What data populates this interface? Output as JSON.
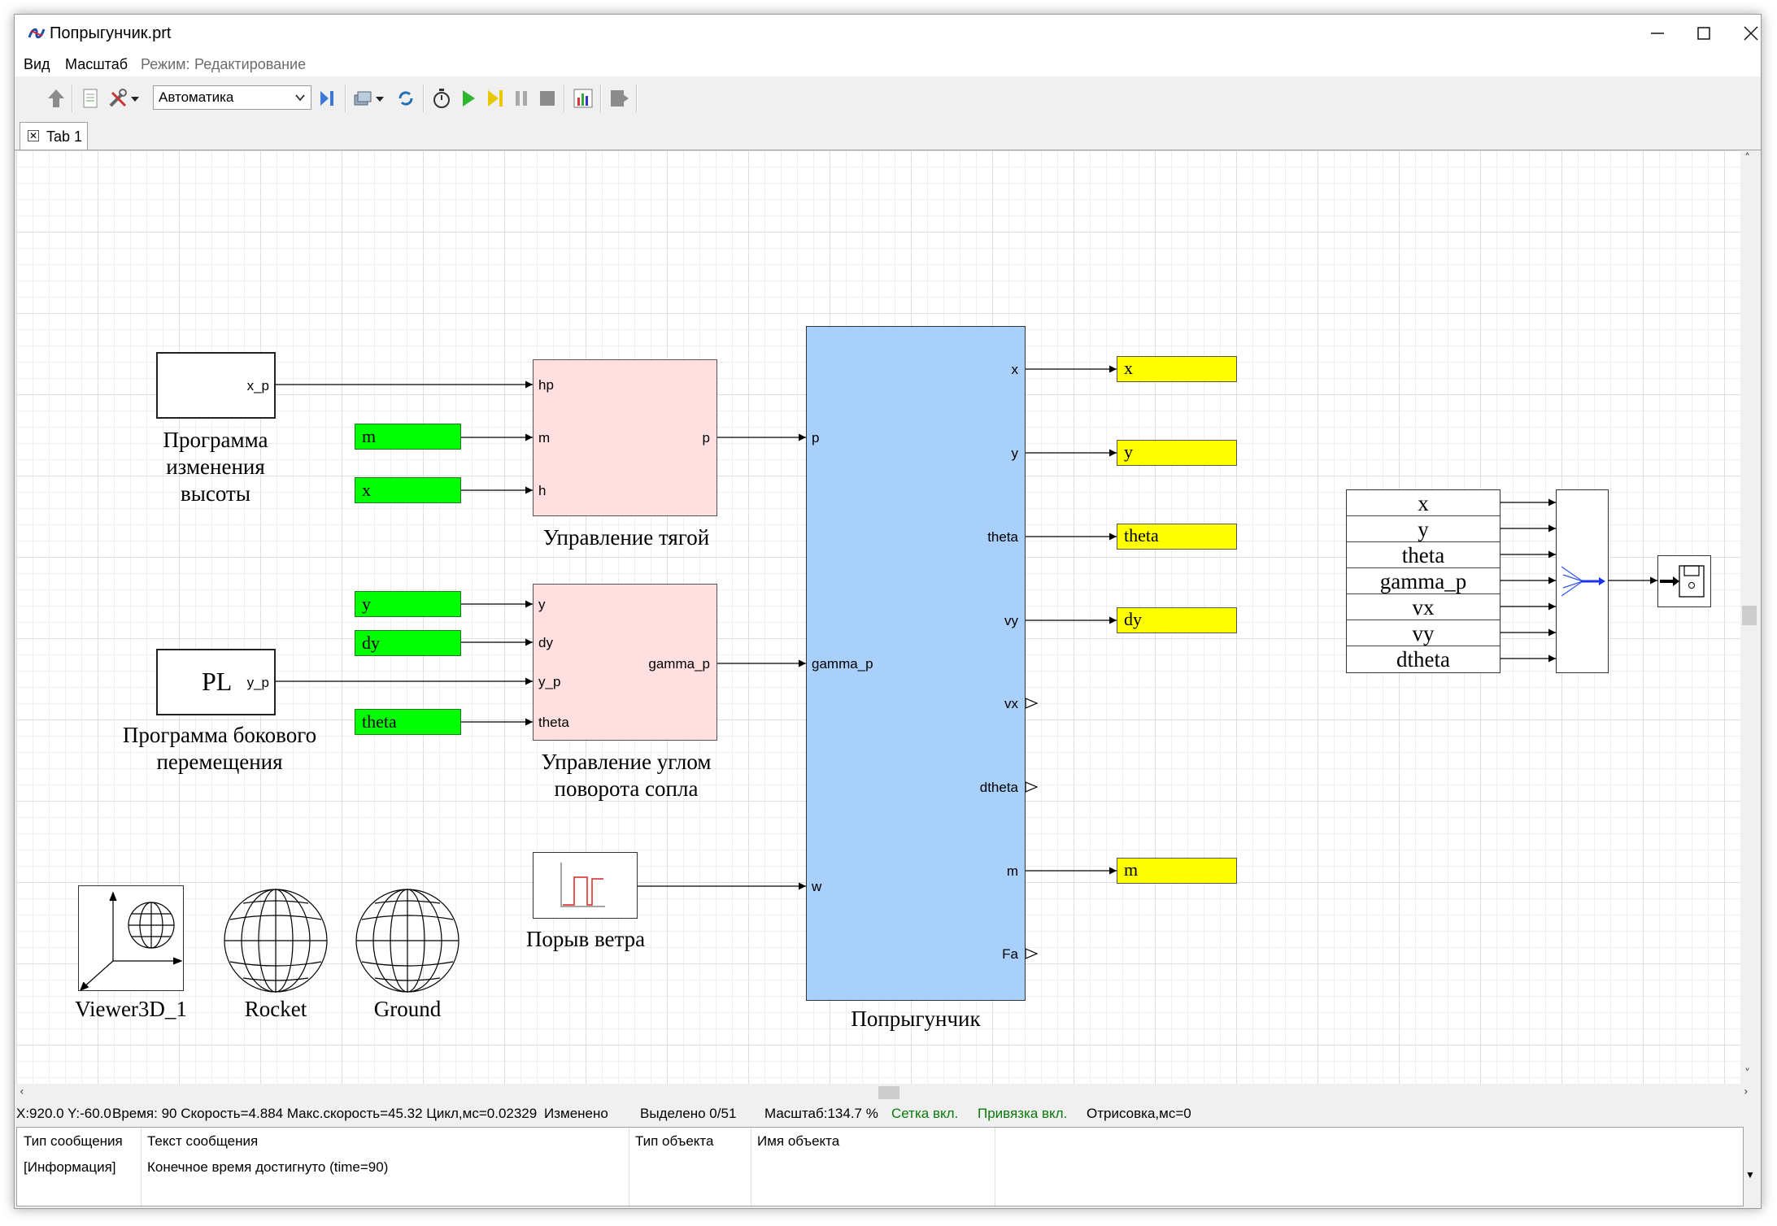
{
  "window": {
    "title": "Попрыгунчик.prt"
  },
  "menu": {
    "view": "Вид",
    "scale": "Масштаб",
    "mode_label": "Режим:",
    "mode_value": "Редактирование"
  },
  "toolbar": {
    "solver_value": "Автоматика"
  },
  "tabs": [
    {
      "label": "Tab 1",
      "close": "✕"
    }
  ],
  "diagram": {
    "height_program": {
      "port": "x_p",
      "caption_lines": [
        "Программа",
        "изменения",
        "высоты"
      ]
    },
    "thrust_control": {
      "caption": "Управление тягой",
      "inputs": [
        "hp",
        "m",
        "h"
      ],
      "output": "p"
    },
    "nozzle_control": {
      "caption_lines": [
        "Управление углом",
        "поворота сопла"
      ],
      "inputs": [
        "y",
        "dy",
        "y_p",
        "theta"
      ],
      "output": "gamma_p"
    },
    "lateral_program": {
      "label": "PL",
      "port": "y_p",
      "caption_lines": [
        "Программа бокового",
        "перемещения"
      ]
    },
    "green_inputs": [
      "m",
      "x",
      "y",
      "dy",
      "theta"
    ],
    "gust": {
      "caption": "Порыв ветра"
    },
    "model": {
      "caption": "Попрыгунчик",
      "inputs": [
        "p",
        "gamma_p",
        "w"
      ],
      "outputs": [
        "x",
        "y",
        "theta",
        "vy",
        "vx",
        "dtheta",
        "m",
        "Fa"
      ]
    },
    "yellow_outputs": [
      "x",
      "y",
      "theta",
      "dy",
      "m"
    ],
    "bus_signals": [
      "x",
      "y",
      "theta",
      "gamma_p",
      "vx",
      "vy",
      "dtheta"
    ],
    "objects_3d": [
      "Viewer3D_1",
      "Rocket",
      "Ground"
    ]
  },
  "status": {
    "coords": "X:920.0  Y:-60.0",
    "stats": "Время: 90 Скорость=4.884 Макс.скорость=45.32 Цикл,мс=0.02329",
    "changed": "Изменено",
    "selected": "Выделено 0/51",
    "zoom": "Масштаб:134.7 %",
    "grid": "Сетка вкл.",
    "snap": "Привязка вкл.",
    "render": "Отрисовка,мс=0"
  },
  "messages": {
    "columns": [
      "Тип сообщения",
      "Текст сообщения",
      "Тип объекта",
      "Имя объекта"
    ],
    "rows": [
      {
        "type": "[Информация]",
        "text": "Конечное время достигнуто (time=90)",
        "object_type": "",
        "object_name": ""
      }
    ]
  },
  "colors": {
    "thrust_block": "#ffdfe0",
    "model_block": "#a8d0fa",
    "input_constant": "#00ff00",
    "output_display": "#ffff00",
    "grid_on": "#0a7a0a"
  },
  "icons": [
    "app-icon",
    "up-arrow-icon",
    "script-icon",
    "tools-icon",
    "step-icon",
    "layers-icon",
    "sync-icon",
    "stopwatch-icon",
    "play-icon",
    "step-forward-icon",
    "pause-icon",
    "stop-icon",
    "chart-icon",
    "export-icon"
  ]
}
